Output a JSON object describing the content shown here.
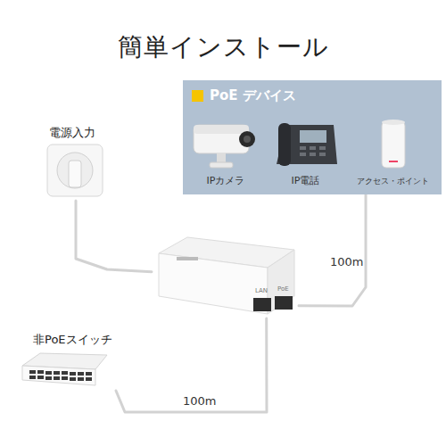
{
  "diagram": {
    "title": "簡単インストール",
    "nodes": [
      {
        "text": [
          "PoE デバイス"
        ]
      },
      {
        "text": [
          "IPカメラ"
        ],
        "in": 0
      },
      {
        "text": [
          "IP電話"
        ],
        "in": 0
      },
      {
        "text": [
          "アクセス・ポイント"
        ],
        "in": 0
      },
      {
        "text": [
          "電源入力"
        ]
      },
      {
        "text": [
          "LAN",
          "PoE"
        ]
      },
      {
        "text": [
          "非PoEスイッチ"
        ]
      }
    ],
    "edges": [
      {
        "from": 4,
        "to": 5,
        "arrow": "none"
      },
      {
        "from": 6,
        "to": 5,
        "label": "100m",
        "arrow": "none"
      },
      {
        "from": 5,
        "to": 0,
        "label": "100m",
        "arrow": "none"
      }
    ]
  }
}
